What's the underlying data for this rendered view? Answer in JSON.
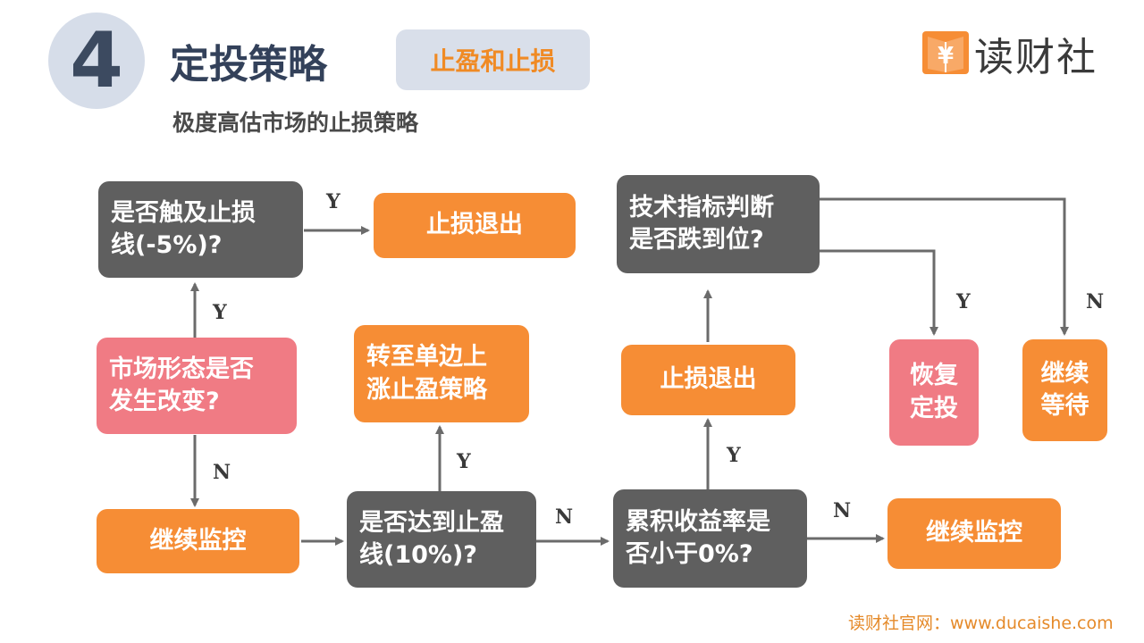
{
  "header": {
    "section_number": "4",
    "title": "定投策略",
    "tag": "止盈和止损",
    "subtitle": "极度高估市场的止损策略"
  },
  "logo": {
    "text": "读财社",
    "icon": "yen-book-icon",
    "color": "#f68d35"
  },
  "footer": {
    "text": "读财社官网：www.ducaishe.com"
  },
  "colors": {
    "decision": "#5f5f5f",
    "action": "#f68d35",
    "outcome": "#f07b84",
    "arrow": "#6b6b6b"
  },
  "flowchart": {
    "nodes": {
      "stop_loss_check": "是否触及止损\n线(-5%)?",
      "stop_loss_exit_1": "止损退出",
      "market_change": "市场形态是否\n发生改变?",
      "continue_monitor_1": "继续监控",
      "take_profit_check": "是否达到止盈\n线(10%)?",
      "switch_strategy": "转至单边上\n涨止盈策略",
      "cumulative_return_check": "累积收益率是\n否小于0%?",
      "stop_loss_exit_2": "止损退出",
      "tech_indicator_check": "技术指标判断\n是否跌到位?",
      "resume_investing": "恢复\n定投",
      "continue_waiting": "继续\n等待",
      "continue_monitor_2": "继续监控"
    },
    "edge_labels": {
      "stop_loss_yes": "Y",
      "market_change_yes": "Y",
      "market_change_no": "N",
      "take_profit_yes": "Y",
      "take_profit_no": "N",
      "cumulative_yes": "Y",
      "cumulative_no": "N",
      "tech_yes": "Y",
      "tech_no": "N"
    }
  }
}
